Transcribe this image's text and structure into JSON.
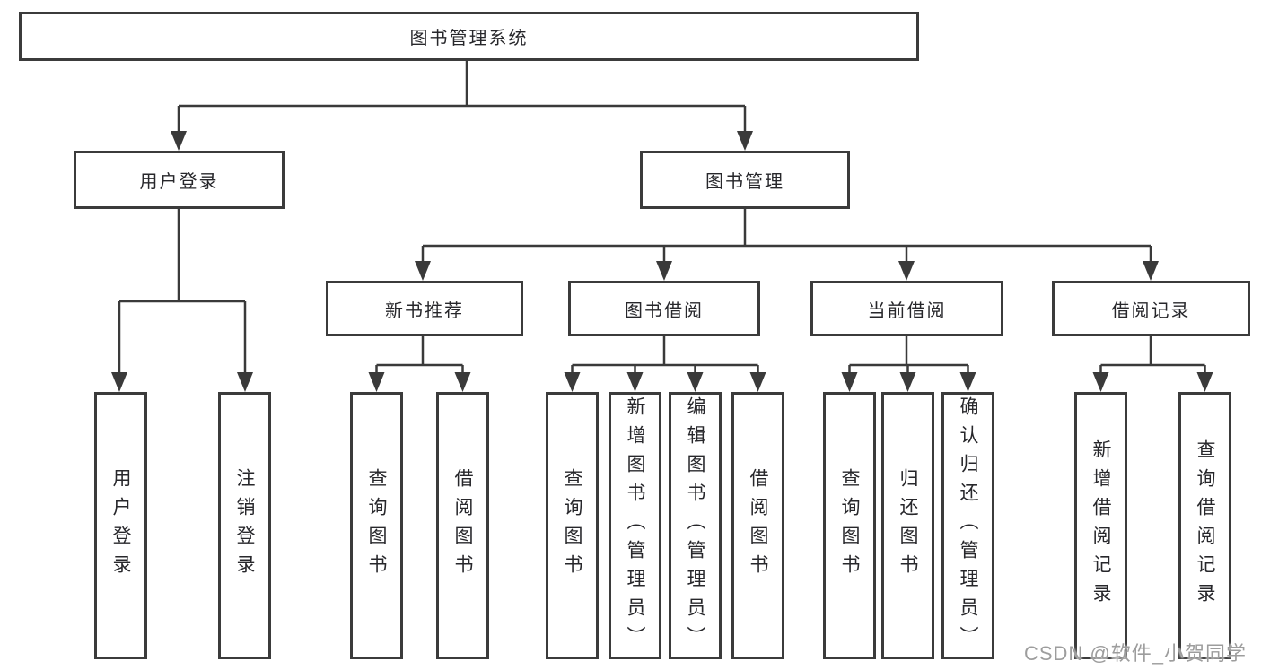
{
  "title": "图书管理系统",
  "level2": {
    "user_login": "用户登录",
    "book_management": "图书管理"
  },
  "user_login_children": [
    "用户登录",
    "注销登录"
  ],
  "sections": [
    {
      "label": "新书推荐",
      "children": [
        "查询图书",
        "借阅图书"
      ]
    },
    {
      "label": "图书借阅",
      "children": [
        "查询图书",
        "新增图书（管理员）",
        "编辑图书（管理员）",
        "借阅图书"
      ]
    },
    {
      "label": "当前借阅",
      "children": [
        "查询图书",
        "归还图书",
        "确认归还（管理员）"
      ]
    },
    {
      "label": "借阅记录",
      "children": [
        "新增借阅记录",
        "查询借阅记录"
      ]
    }
  ],
  "watermark": "CSDN @软件_小贺同学",
  "colors": {
    "line": "#3a3a3a",
    "border": "#3b3b3b",
    "text": "#27272b",
    "watermark": "#9d9d9d",
    "background": "#ffffff"
  }
}
